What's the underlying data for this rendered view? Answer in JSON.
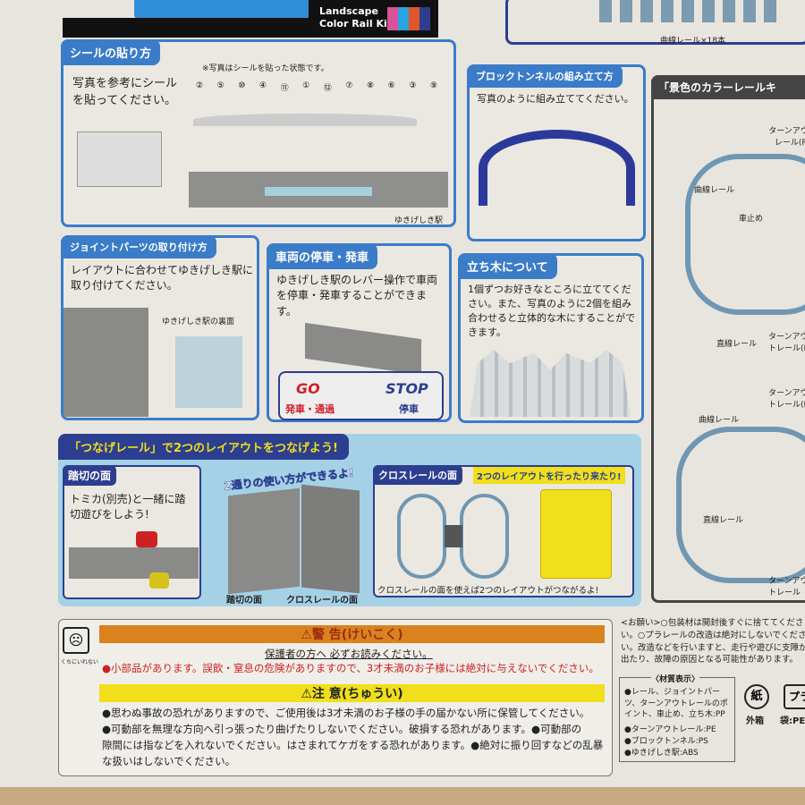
{
  "header": {
    "subtitle_line1": "Landscape",
    "subtitle_line2": "Color Rail Kit",
    "swatches": [
      "#d9529a",
      "#2aa4e0",
      "#e0562a",
      "#2c3e8f"
    ]
  },
  "top_right": {
    "curve_label": "曲線レール×18本"
  },
  "sticker": {
    "title": "シールの貼り方",
    "note": "※写真はシールを貼った状態です。",
    "body": "写真を参考にシールを貼ってください。",
    "numbers": [
      "②",
      "⑤",
      "⑩",
      "④",
      "⑪",
      "①",
      "⑫",
      "⑦",
      "⑧",
      "⑥",
      "③",
      "⑨"
    ],
    "caption": "ゆきげしき駅"
  },
  "tunnel": {
    "title": "ブロックトンネルの組み立て方",
    "body": "写真のように組み立ててください。"
  },
  "joint": {
    "title": "ジョイントパーツの取り付け方",
    "body": "レイアウトに合わせてゆきげしき駅に取り付けてください。",
    "callout": "ゆきげしき駅の裏面"
  },
  "stop": {
    "title": "車両の停車・発車",
    "body": "ゆきげしき駅のレバー操作で車両を停車・発車することができます。",
    "go": "GO",
    "go_label": "発車・通過",
    "stop": "STOP",
    "stop_label": "停車"
  },
  "trees": {
    "title": "立ち木について",
    "body": "1個ずつお好きなところに立ててください。また、写真のように2個を組み合わせると立体的な木にすることができます。"
  },
  "connect": {
    "title": "「つなげレール」で2つのレイアウトをつなげよう!",
    "crossing_title": "踏切の面",
    "crossing_body": "トミカ(別売)と一緒に踏切遊びをしよう!",
    "two_ways": "2通りの使い方ができるよ!",
    "label_crossing": "踏切の面",
    "label_cross": "クロスレールの面",
    "cross_title": "クロスレールの面",
    "cross_badge": "2つのレイアウトを行ったり来たり!",
    "cross_caption": "クロスレールの面を使えば2つのレイアウトがつながるよ!"
  },
  "kit": {
    "title": "「景色のカラーレールキ",
    "labels": [
      "ターンアウトレール(R)",
      "曲線レール",
      "車止め",
      "直線レール",
      "ターンアウトレール(L)",
      "ターンアウトレール(R)",
      "曲線レール",
      "直線レール",
      "ターンアウトレール"
    ]
  },
  "warning": {
    "icon_caption": "くちにいれない",
    "title": "⚠警 告(けいこく)",
    "sub": "保護者の方へ 必ずお読みください。",
    "text": "●小部品があります。誤飲・窒息の危険がありますので、3才未満のお子様には絶対に与えないでください。",
    "caution_title": "⚠注 意(ちゅうい)",
    "caution": [
      "●思わぬ事故の恐れがありますので、ご使用後は3才未満のお子様の手の届かない所に保管してください。",
      "●可動部を無理な方向へ引っ張ったり曲げたりしないでください。破損する恐れがあります。●可動部の",
      "隙間には指などを入れないでください。はさまれてケガをする恐れがあります。●絶対に振り回すなどの乱暴",
      "な扱いはしないでください。"
    ],
    "colors": {
      "warning": "#d9821e",
      "caution": "#f0df1a",
      "red": "#d0202a"
    }
  },
  "notes": {
    "text": "<お願い>○包装材は開封後すぐに捨ててください。○プラレールの改造は絶対にしないでください。改造などを行いますと、走行や遊びに支障が出たり、故障の原因となる可能性があります。",
    "materials_title": "〈材質表示〉",
    "materials": [
      "●レール、ジョイントパーツ、ターンアウトレールのポイント、車止め、立ち木:PP",
      "●ターンアウトレール:PE",
      "●ブロックトンネル:PS",
      "●ゆきげしき駅:ABS"
    ],
    "paper": "紙",
    "paper_label": "外箱",
    "plastic": "プラ",
    "plastic_label": "袋:PE"
  }
}
